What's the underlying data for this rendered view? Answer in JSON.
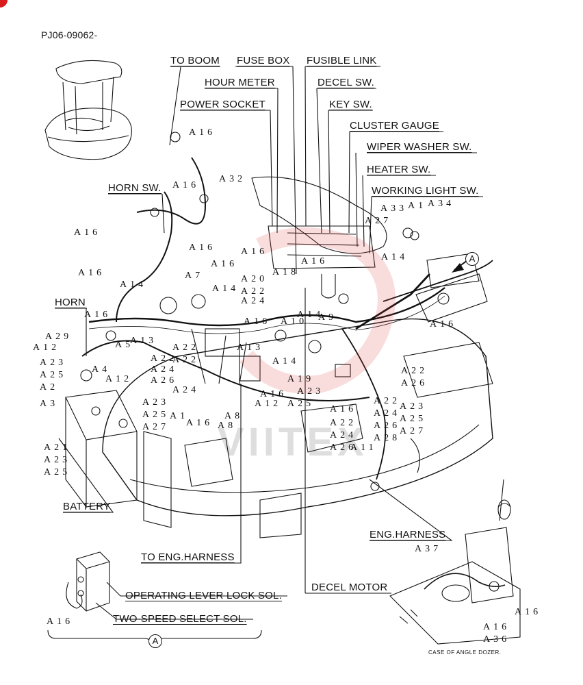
{
  "diagram_code": "PJ06-09062-",
  "labels": {
    "to_boom": "TO BOOM",
    "fuse_box": "FUSE BOX",
    "fusible_link": "FUSIBLE LINK",
    "hour_meter": "HOUR METER",
    "decel_sw": "DECEL SW.",
    "power_socket": "POWER SOCKET",
    "key_sw": "KEY SW.",
    "cluster_gauge": "CLUSTER GAUGE",
    "wiper_washer_sw": "WIPER WASHER SW.",
    "heater_sw": "HEATER SW.",
    "working_light_sw": "WORKING LIGHT SW.",
    "horn_sw": "HORN SW.",
    "horn": "HORN",
    "battery": "BATTERY",
    "to_eng_harness": "TO ENG.HARNESS",
    "eng_harness": "ENG.HARNESS",
    "decel_motor": "DECEL MOTOR",
    "operating_lever_lock_sol": "OPERATING LEVER LOCK SOL.",
    "two_speed_select_sol": "TWO-SPEED SELECT SOL.",
    "case_of_angle_dozer": "CASE OF ANGLE DOZER.",
    "view_a": "A",
    "watermark": "VIITEX"
  },
  "part_numbers": [
    "A16",
    "A32",
    "A16",
    "A16",
    "A16",
    "A16",
    "A16",
    "A7",
    "A14",
    "A16",
    "A20",
    "A22",
    "A24",
    "A18",
    "A16",
    "A14",
    "A10",
    "A9",
    "A16",
    "A14",
    "A33",
    "A1",
    "A34",
    "A27",
    "A14",
    "A16",
    "A16",
    "A29",
    "A12",
    "A23",
    "A25",
    "A2",
    "A3",
    "A5",
    "A13",
    "A4",
    "A12",
    "A22",
    "A24",
    "A26",
    "A22",
    "A22",
    "A24",
    "A23",
    "A25",
    "A27",
    "A1",
    "A16",
    "A8",
    "A13",
    "A14",
    "A19",
    "A16",
    "A23",
    "A12",
    "A25",
    "A16",
    "A22",
    "A24",
    "A26",
    "A28",
    "A22",
    "A26",
    "A23",
    "A25",
    "A27",
    "A22",
    "A24",
    "A26",
    "A11",
    "A8",
    "A21",
    "A23",
    "A25",
    "A37",
    "A16",
    "A16",
    "A36",
    "A16"
  ]
}
